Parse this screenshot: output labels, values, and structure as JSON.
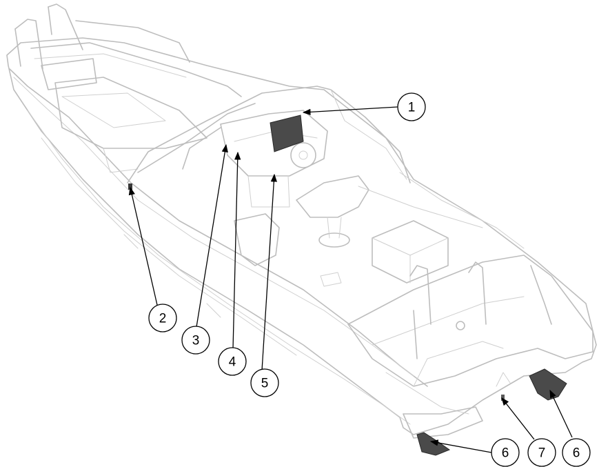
{
  "diagram": {
    "callouts": [
      {
        "id": "c1",
        "label": "1"
      },
      {
        "id": "c2",
        "label": "2"
      },
      {
        "id": "c3",
        "label": "3"
      },
      {
        "id": "c4",
        "label": "4"
      },
      {
        "id": "c5",
        "label": "5"
      },
      {
        "id": "c6a",
        "label": "6"
      },
      {
        "id": "c7",
        "label": "7"
      },
      {
        "id": "c6b",
        "label": "6"
      }
    ]
  },
  "colors": {
    "outline": "#bdbdbd",
    "callout": "#000000",
    "screen": "#4a4a4a"
  }
}
